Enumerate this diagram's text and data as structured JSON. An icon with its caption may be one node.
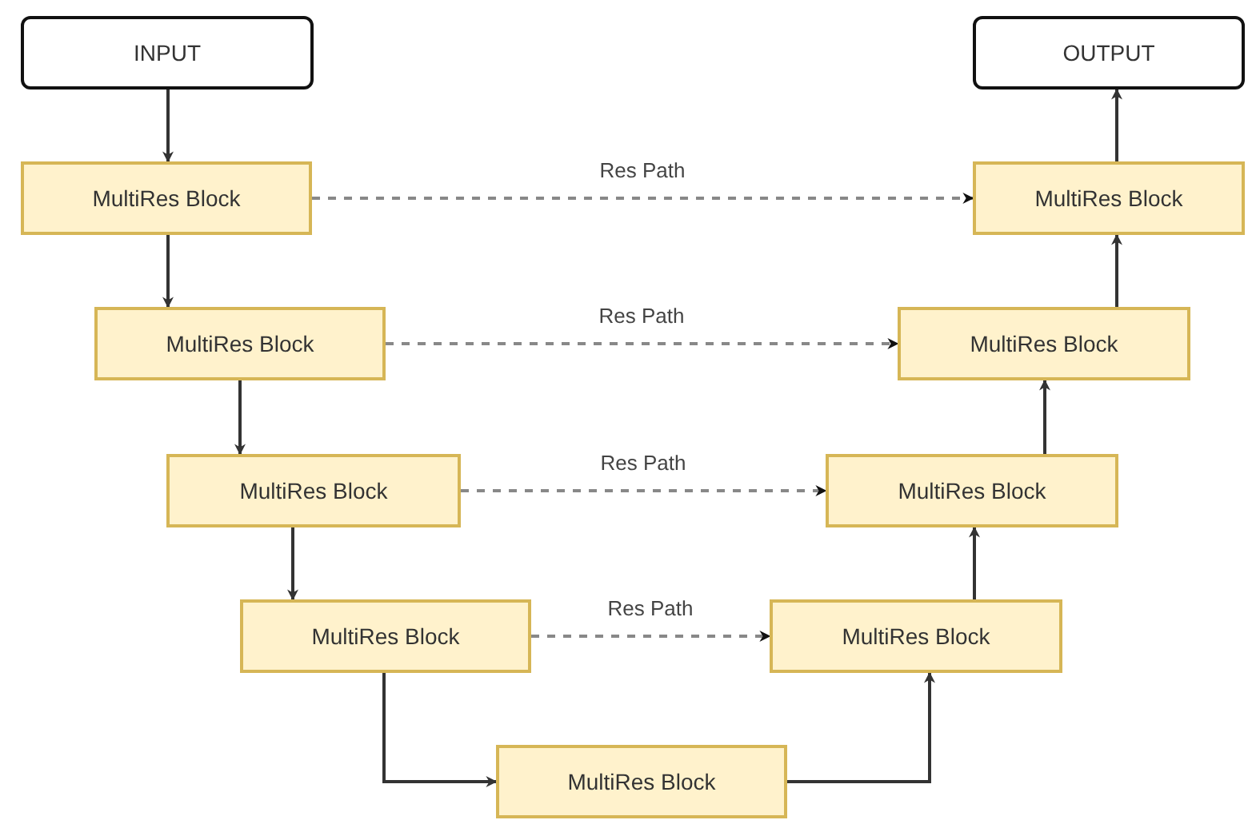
{
  "diagram": {
    "nodes": [
      {
        "text": [
          "INPUT"
        ]
      },
      {
        "text": [
          "OUTPUT"
        ]
      },
      {
        "text": [
          "MultiRes Block"
        ]
      },
      {
        "text": [
          "MultiRes Block"
        ]
      },
      {
        "text": [
          "MultiRes Block"
        ]
      },
      {
        "text": [
          "MultiRes Block"
        ]
      },
      {
        "text": [
          "MultiRes Block"
        ]
      },
      {
        "text": [
          "MultiRes Block"
        ]
      },
      {
        "text": [
          "MultiRes Block"
        ]
      },
      {
        "text": [
          "MultiRes Block"
        ]
      },
      {
        "text": [
          "MultiRes Block"
        ]
      }
    ],
    "edges": [
      {
        "from": 0,
        "to": 2,
        "arrow": "to"
      },
      {
        "from": 2,
        "to": 4,
        "arrow": "to"
      },
      {
        "from": 4,
        "to": 6,
        "arrow": "to"
      },
      {
        "from": 6,
        "to": 8,
        "arrow": "to"
      },
      {
        "from": 8,
        "to": 10,
        "arrow": "to"
      },
      {
        "from": 10,
        "to": 9,
        "arrow": "to"
      },
      {
        "from": 9,
        "to": 7,
        "arrow": "to"
      },
      {
        "from": 7,
        "to": 5,
        "arrow": "to"
      },
      {
        "from": 5,
        "to": 3,
        "arrow": "to"
      },
      {
        "from": 3,
        "to": 1,
        "arrow": "to"
      },
      {
        "from": 2,
        "to": 3,
        "arrow": "to",
        "label": "Res Path",
        "style": "dashed",
        "color": "#888888"
      },
      {
        "from": 4,
        "to": 5,
        "arrow": "to",
        "label": "Res Path",
        "style": "dashed",
        "color": "#888888"
      },
      {
        "from": 6,
        "to": 7,
        "arrow": "to",
        "label": "Res Path",
        "style": "dashed",
        "color": "#888888"
      },
      {
        "from": 8,
        "to": 9,
        "arrow": "to",
        "label": "Res Path",
        "style": "dashed",
        "color": "#888888"
      }
    ]
  }
}
